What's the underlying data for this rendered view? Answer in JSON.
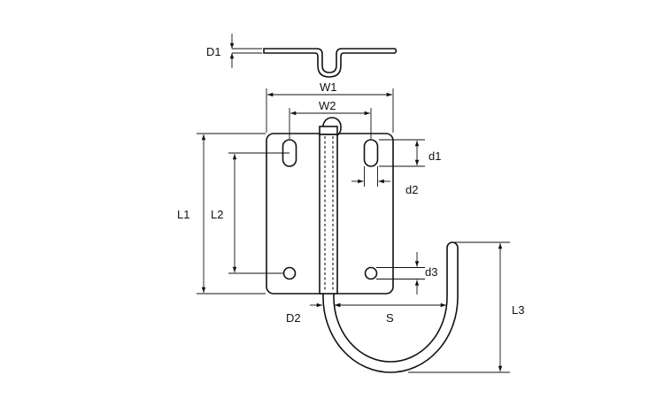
{
  "labels": {
    "d1_top": "D1",
    "w1": "W1",
    "w2": "W2",
    "d1": "d1",
    "d2": "d2",
    "l1": "L1",
    "l2": "L2",
    "d3": "d3",
    "d2_upper": "D2",
    "s": "S",
    "l3": "L3"
  },
  "colors": {
    "line": "#111111",
    "background": "#ffffff"
  }
}
